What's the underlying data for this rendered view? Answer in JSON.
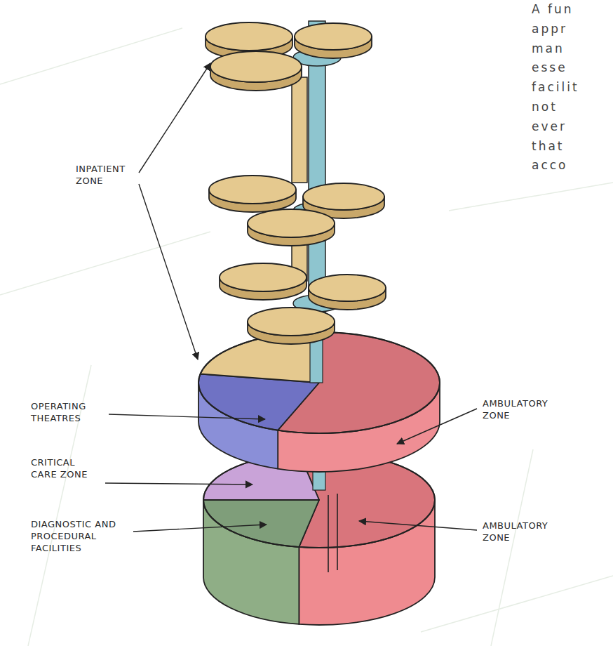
{
  "diagram": {
    "labels": [
      "A fun appr man esse facilit not ever that acco",
      "INPATIENT ZONE",
      "AMBULATORY ZONE",
      "OPERATING THEATRES",
      "CRITICAL CARE ZONE",
      "DIAGNOSTIC AND PROCEDURAL FACILITIES",
      "AMBULATORY ZONE"
    ]
  }
}
